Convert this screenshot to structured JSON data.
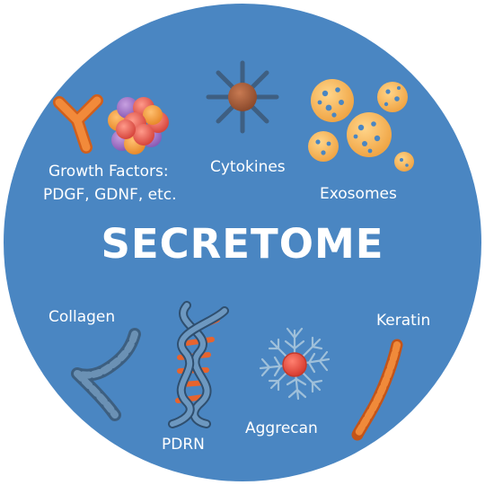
{
  "title": "SECRETOME",
  "labels": {
    "growth_factors_line1": "Growth Factors:",
    "growth_factors_line2": "PDGF, GDNF, etc.",
    "cytokines": "Cytokines",
    "exosomes": "Exosomes",
    "collagen": "Collagen",
    "pdrn": "PDRN",
    "aggrecan": "Aggrecan",
    "keratin": "Keratin"
  },
  "icons": [
    "growth-factor-y-icon",
    "protein-cluster-icon",
    "cytokine-icon",
    "exosome-icon",
    "collagen-icon",
    "dna-icon",
    "aggrecan-icon",
    "keratin-icon"
  ],
  "colors": {
    "circle": "#4a86c2",
    "orange": "#e8772a",
    "steel": "#5d84a6",
    "red_core": "#e84a3c"
  }
}
